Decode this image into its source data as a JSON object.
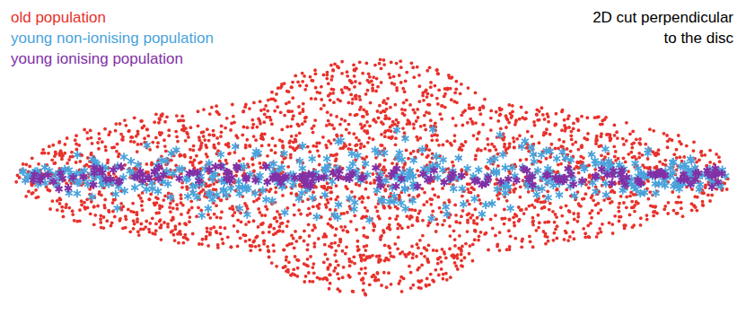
{
  "diagram": {
    "labels": [
      "2D cut perpendicular to the disc"
    ],
    "legend": [
      {
        "text": "old population",
        "color": "#e8312b"
      },
      {
        "text": "young non-ionising population",
        "color": "#4aa3dc"
      },
      {
        "text": "young ionising population",
        "color": "#8230a6"
      }
    ]
  }
}
